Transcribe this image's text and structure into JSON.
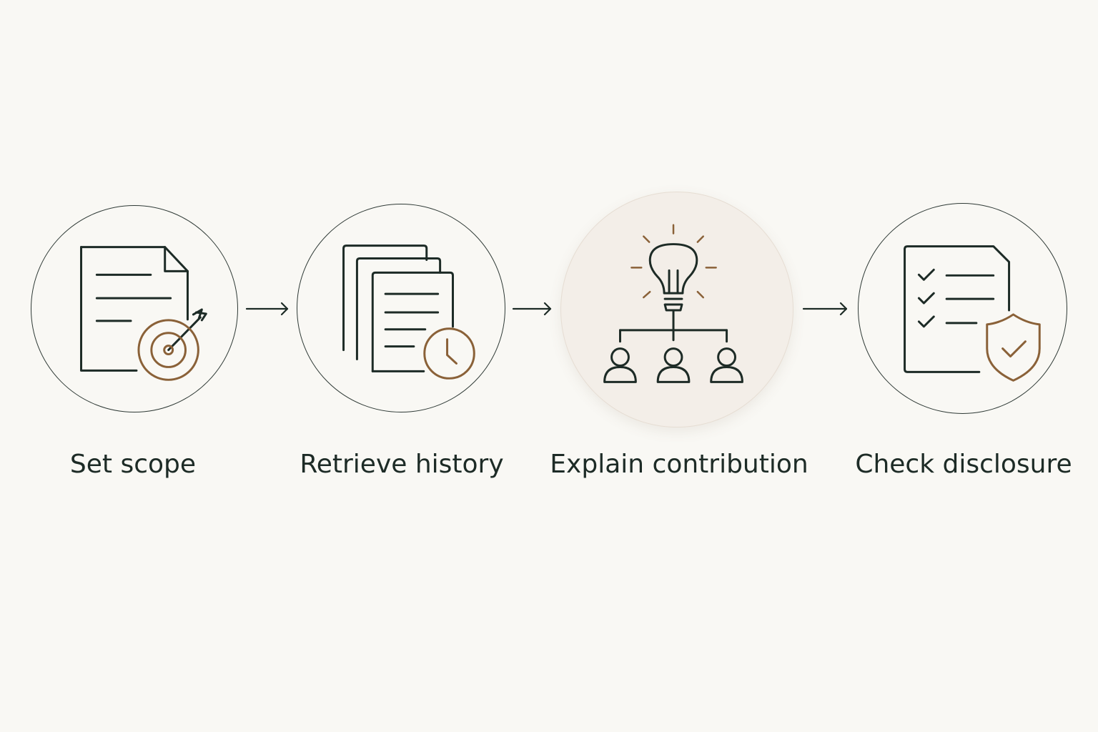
{
  "steps": [
    {
      "label": "Set scope",
      "icon": "document-target-icon",
      "highlighted": false
    },
    {
      "label": "Retrieve history",
      "icon": "documents-clock-icon",
      "highlighted": false
    },
    {
      "label": "Explain contribution",
      "icon": "lightbulb-team-icon",
      "highlighted": true
    },
    {
      "label": "Check disclosure",
      "icon": "checklist-shield-icon",
      "highlighted": false
    }
  ],
  "colors": {
    "background": "#f9f8f4",
    "stroke": "#1d2b26",
    "accent": "#8a6138",
    "highlight_fill": "#f3eee8"
  }
}
